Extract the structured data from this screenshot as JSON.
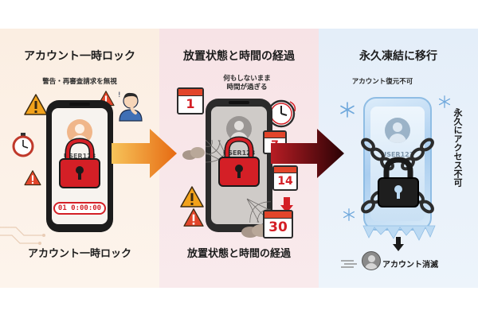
{
  "panels": [
    {
      "title": "アカウント一時ロック",
      "subtitle": "警告・再審査請求を無視",
      "username": "USER123",
      "timer": "01 0:00:00",
      "footer": "アカウント一時ロック"
    },
    {
      "title": "放置状態と時間の経過",
      "subtitle_line1": "何もしないまま",
      "subtitle_line2": "時間が過ぎる",
      "username": "USER123",
      "calendar_days": [
        "1",
        "7",
        "14",
        "30"
      ],
      "footer": "放置状態と時間の経過"
    },
    {
      "title": "永久凍結に移行",
      "subtitle": "アカウント復元不可",
      "vertical_text": "永久にアクセス不可",
      "username": "USER123",
      "deleted_label": "アカウント消滅"
    }
  ],
  "colors": {
    "lock_red": "#d41f26",
    "arrow_orange": "#f08a1c",
    "arrow_dark_red": "#7a0f14",
    "ice_blue": "#b9d8f2",
    "warning_yellow": "#f2a21b"
  }
}
